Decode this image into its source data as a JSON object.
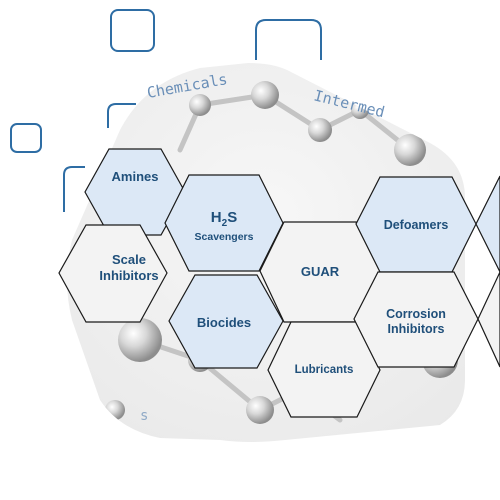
{
  "background_words": {
    "chemicals": "Chemicals",
    "intermediates": "Intermed",
    "faded_fragment": "s"
  },
  "hexagons": {
    "amines": "Amines",
    "h2s_main": "H",
    "h2s_sub": "2",
    "h2s_tail": "S",
    "scavengers": "Scavengers",
    "defoamers": "Defoamers",
    "scale_1": "Scale",
    "scale_2": "Inhibitors",
    "guar": "GUAR",
    "biocides": "Biocides",
    "corrosion_1": "Corrosion",
    "corrosion_2": "Inhibitors",
    "lubricants": "Lubricants"
  },
  "colors": {
    "accent_blue": "#2e6da4",
    "label_blue": "#1f4f7a",
    "hex_blue_fill": "#dce8f6",
    "hex_white_fill": "#f3f3f3",
    "hex_stroke": "#1a1a1a",
    "background_text": "#6a8fb8"
  }
}
